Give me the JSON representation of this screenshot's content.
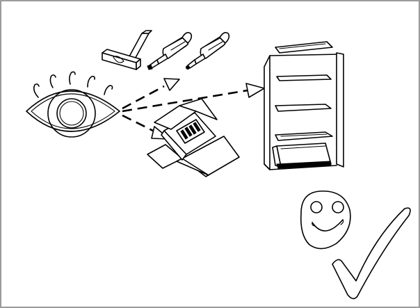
{
  "scene": {
    "description_items": [
      "eye",
      "tools",
      "furniture-box",
      "cabinet",
      "smiley",
      "checkmark"
    ],
    "colors": {
      "background": "#ffffff",
      "ink": "#000000",
      "frame": "#7a7a7a"
    },
    "icons": {
      "eye": "eye-icon",
      "hammer": "hammer-icon",
      "screwdriver_1": "screwdriver-icon",
      "screwdriver_2": "screwdriver-icon",
      "box": "open-box-icon",
      "cabinet": "cabinet-icon",
      "smiley": "smiley-icon",
      "check": "checkmark-icon"
    }
  }
}
